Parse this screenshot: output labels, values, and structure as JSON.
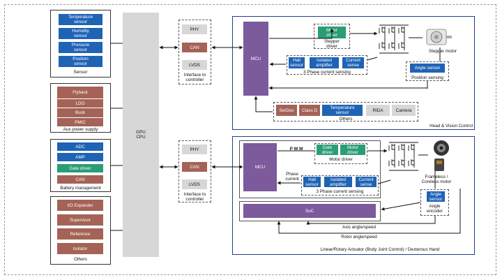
{
  "sensor_group": {
    "items": [
      "Temperature\nsensor",
      "Humidity\nsensor",
      "Pressure\nsensor",
      "Position\nsensor"
    ],
    "caption": "Sensor"
  },
  "power_group": {
    "items": [
      "Flyback",
      "LDO",
      "Buck",
      "PMIC"
    ],
    "caption": "Aux power supply"
  },
  "battery_group": {
    "items": [
      "ADC",
      "AMP",
      "Gate driver",
      "CAN"
    ],
    "caption": "Battery management"
  },
  "others_group": {
    "items": [
      "I/O Expander",
      "Supervisor",
      "Reference",
      "Isolator"
    ],
    "caption": "Others"
  },
  "processor": {
    "label": "GPU\nCPU"
  },
  "interface_top": {
    "items": [
      "PHY",
      "CAN",
      "LVDS"
    ],
    "caption": "Interface to\ncontroller"
  },
  "interface_bottom": {
    "items": [
      "PHY",
      "CAN",
      "LVDS"
    ],
    "caption": "Interface to\ncontroller"
  },
  "head_panel": {
    "mcu": "MCU",
    "stepper_driver": "Motor\ndriver",
    "stepper_driver_caption": "Stepper\ndriver",
    "stepper_motor": "Stepper motor",
    "current_sense": [
      "Hall\nsensor",
      "Isolated\namplifier",
      "Current\nsense"
    ],
    "current_sense_caption": "3 Phase current sensing",
    "angle_sensor": "Angle sensor",
    "position_caption": "Position sensing",
    "others": [
      "SerDes",
      "Class D",
      "Temperature\nsensor",
      "RIDA",
      "Camera"
    ],
    "others_caption": "Others",
    "title": "Head & Vision Control"
  },
  "actuator_panel": {
    "mcu": "MCU",
    "pwm": "P W M",
    "gate_driver": "Gate\ndriver",
    "motor_driver": "Motor\ndriver",
    "motor_driver_caption": "Motor driver",
    "phase_current": "Phase\ncurrent",
    "current_sense": [
      "Hall\nsensor",
      "Isolated\namplifier",
      "Current\nsense"
    ],
    "current_sense_caption": "3 Phase current sensing",
    "motor_caption": "Frameless /\nCoreless motor",
    "angle_sensor": "Angle\nsensor",
    "angle_caption": "Angle\nencoder",
    "soc": "SoC",
    "axis_label": "Axis angle/speed",
    "rotor_label": "Rotor angle/speed",
    "title": "Linear/Rotary Actuator (Body Joint Control) / Dexterous Hand"
  }
}
